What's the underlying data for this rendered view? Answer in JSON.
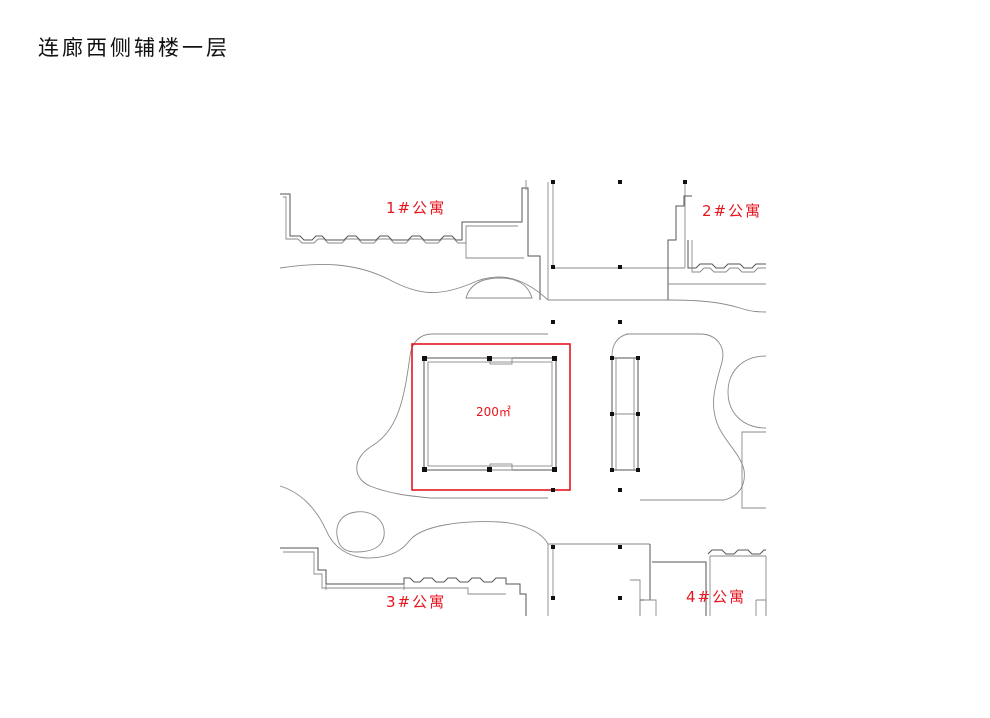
{
  "title": "连廊西侧辅楼一层",
  "labels": {
    "building_1": "1#公寓",
    "building_2": "2#公寓",
    "building_3": "3#公寓",
    "building_4": "4#公寓",
    "area": "200㎡"
  },
  "colors": {
    "highlight": "#e5161f",
    "linework": "#8a8a8a",
    "column": "#111111"
  }
}
